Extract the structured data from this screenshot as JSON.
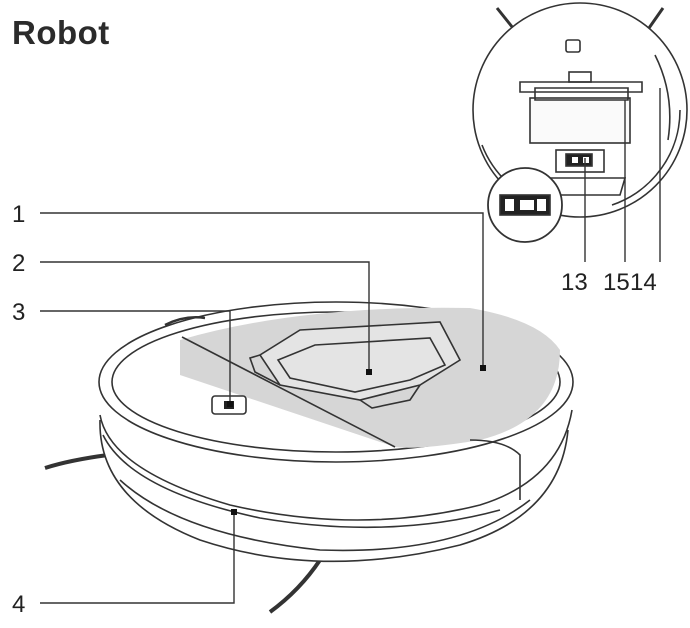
{
  "title": "Robot",
  "callouts": {
    "c1": "1",
    "c2": "2",
    "c3": "3",
    "c4": "4",
    "c13": "13",
    "c15": "15",
    "c14": "14"
  }
}
